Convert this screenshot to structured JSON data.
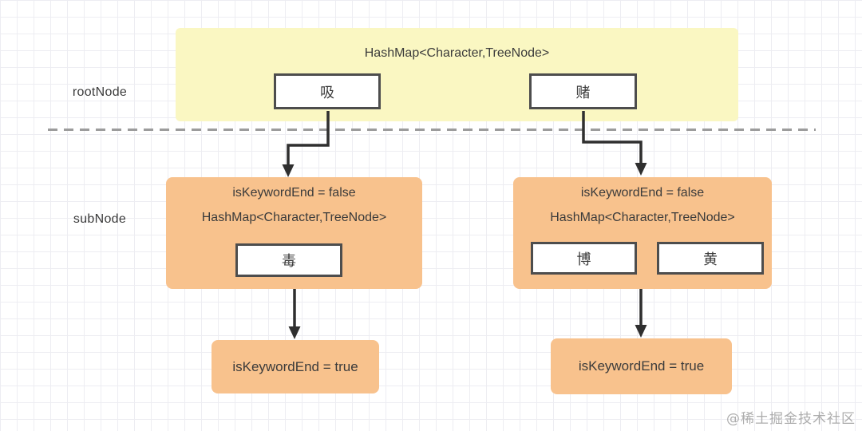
{
  "labels": {
    "root": "rootNode",
    "sub": "subNode"
  },
  "root_panel": {
    "title": "HashMap<Character,TreeNode>",
    "children": [
      "吸",
      "赌"
    ]
  },
  "sub_panels": [
    {
      "line1": "isKeywordEnd = false",
      "line2": "HashMap<Character,TreeNode>",
      "children": [
        "毒"
      ]
    },
    {
      "line1": "isKeywordEnd = false",
      "line2": "HashMap<Character,TreeNode>",
      "children": [
        "博",
        "黄"
      ]
    }
  ],
  "leaf_panels": [
    {
      "text": "isKeywordEnd = true"
    },
    {
      "text": "isKeywordEnd = true"
    }
  ],
  "watermark": "@稀土掘金技术社区",
  "colors": {
    "root_bg": "#FAF7C2",
    "node_bg": "#F8C28D",
    "box_border": "#4D4D4D",
    "text": "#3B3B3B",
    "arrow": "#2F2F2F",
    "divider": "#9C9C9C",
    "grid": "#EDEDF2",
    "watermark": "#ADADAD"
  }
}
